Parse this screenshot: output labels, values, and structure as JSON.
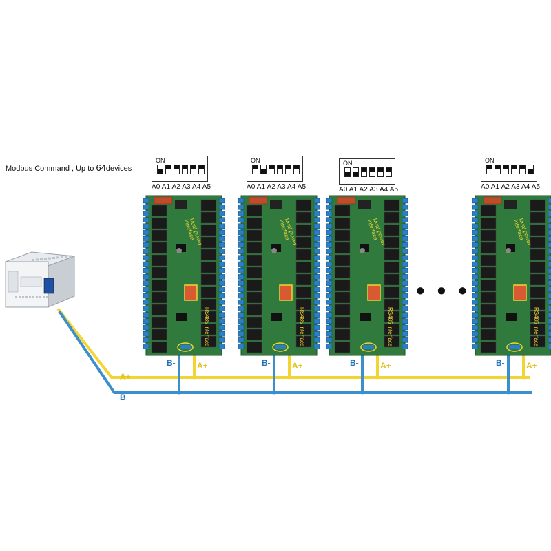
{
  "caption": {
    "prefix": "Modbus Command , Up to ",
    "count": "64",
    "suffix": "devices"
  },
  "dip": {
    "on_label": "ON",
    "address_labels": "A0 A1 A2 A3 A4 A5"
  },
  "devices": [
    {
      "switches": [
        "off",
        "on",
        "on",
        "on",
        "on",
        "on"
      ],
      "b_label": "B-",
      "a_label": "A+"
    },
    {
      "switches": [
        "on",
        "off",
        "on",
        "on",
        "on",
        "on"
      ],
      "b_label": "B-",
      "a_label": "A+"
    },
    {
      "switches": [
        "off",
        "off",
        "on",
        "on",
        "on",
        "on"
      ],
      "b_label": "B-",
      "a_label": "A+"
    },
    {
      "switches": [
        "on",
        "on",
        "on",
        "on",
        "on",
        "off"
      ],
      "b_label": "B-",
      "a_label": "A+"
    }
  ],
  "board_text": {
    "dual_power": "Dual power",
    "interface": "interface",
    "rs485": "RS485 interface"
  },
  "bus": {
    "a_label": "A+",
    "b_label": "B"
  },
  "ellipsis": "• • •",
  "colors": {
    "bus_a": "#f2d533",
    "bus_b": "#3a8fcc",
    "pcb": "#2f7a3c",
    "terminal": "#2b7fc4",
    "relay": "#1a1a1a"
  }
}
